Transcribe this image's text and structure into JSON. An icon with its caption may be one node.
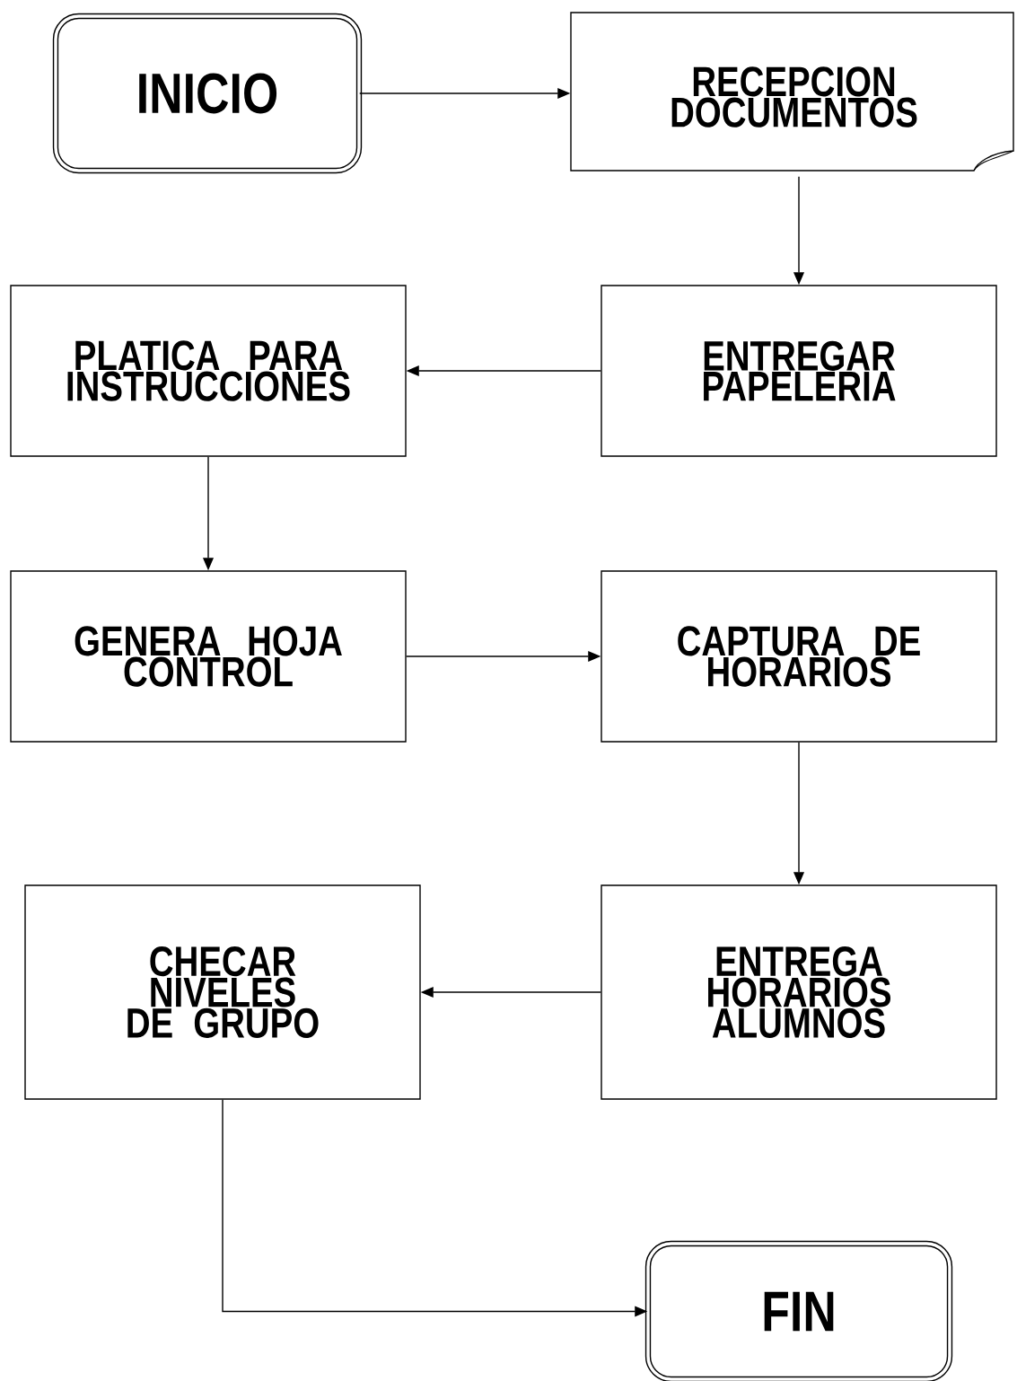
{
  "diagram": {
    "nodes": [
      {
        "text": [
          "INICIO"
        ]
      },
      {
        "text": [
          "RECEPCION DOCUMENTOS"
        ]
      },
      {
        "text": [
          "ENTREGAR PAPELERIA"
        ]
      },
      {
        "text": [
          "PLATICA PARA INSTRUCCIONES"
        ]
      },
      {
        "text": [
          "GENERA HOJA CONTROL"
        ]
      },
      {
        "text": [
          "CAPTURA DE HORARIOS"
        ]
      },
      {
        "text": [
          "ENTREGA HORARIOS ALUMNOS"
        ]
      },
      {
        "text": [
          "CHECAR NIVELES DE GRUPO"
        ]
      },
      {
        "text": [
          "FIN"
        ]
      }
    ],
    "edges": [
      {
        "from": 0,
        "to": 1,
        "arrow": "to"
      },
      {
        "from": 1,
        "to": 2,
        "arrow": "to"
      },
      {
        "from": 2,
        "to": 3,
        "arrow": "to"
      },
      {
        "from": 3,
        "to": 4,
        "arrow": "to"
      },
      {
        "from": 4,
        "to": 5,
        "arrow": "to"
      },
      {
        "from": 5,
        "to": 6,
        "arrow": "to"
      },
      {
        "from": 6,
        "to": 7,
        "arrow": "to"
      },
      {
        "from": 7,
        "to": 8,
        "arrow": "to"
      }
    ]
  }
}
